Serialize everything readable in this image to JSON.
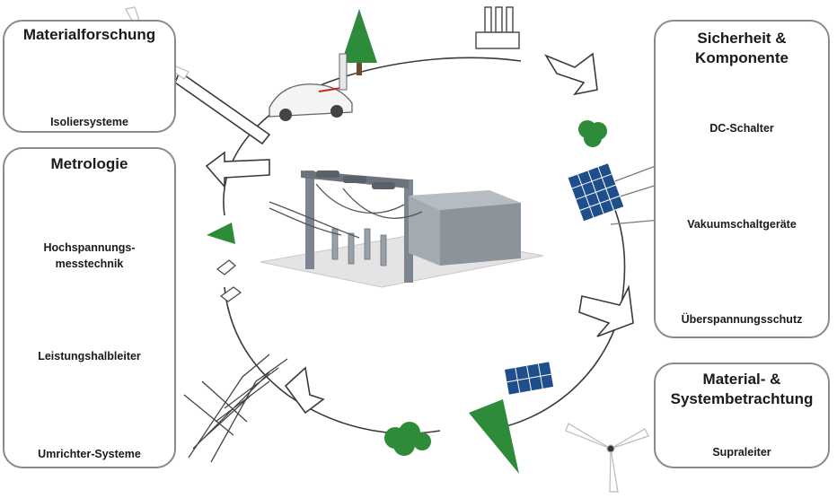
{
  "panels": {
    "materialforschung": {
      "title": "Materialforschung",
      "items": [
        "Isoliersysteme"
      ]
    },
    "metrologie": {
      "title": "Metrologie",
      "items": [
        "Hochspannungs-",
        "messtechnik",
        "Leistungshalbleiter",
        "Umrichter-Systeme"
      ]
    },
    "sicherheit": {
      "title_line1": "Sicherheit &",
      "title_line2": "Komponente",
      "items": [
        "DC-Schalter",
        "Vakuumschaltgeräte",
        "Überspannungsschutz"
      ]
    },
    "material_system": {
      "title_line1": "Material- &",
      "title_line2": "Systembetrachtung",
      "items": [
        "Supraleiter"
      ]
    }
  },
  "colors": {
    "panel_border": "#8a8a8a",
    "tree_green": "#2e8b3a",
    "solar_blue": "#1f4e8c",
    "accent_orange": "#f07d1e",
    "accent_red": "#d62020"
  }
}
